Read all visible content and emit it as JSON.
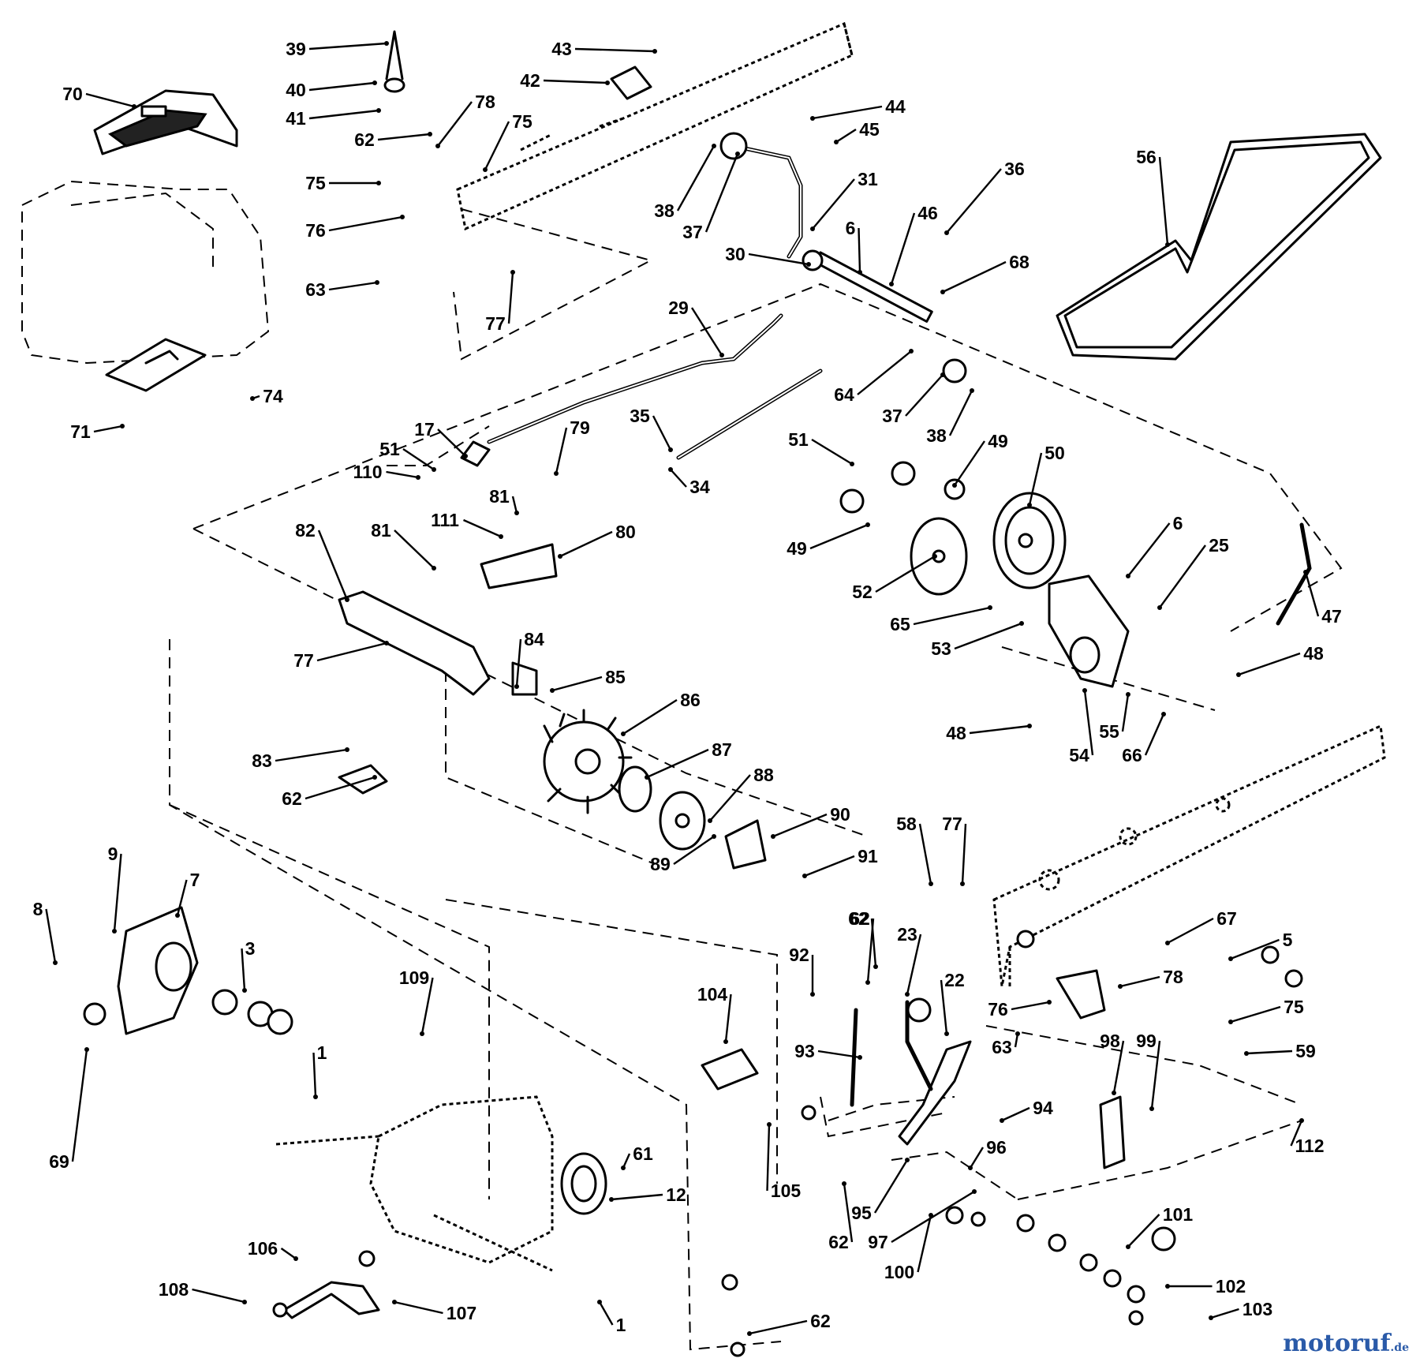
{
  "watermark": {
    "main": "motoruf",
    "tld": ".de"
  },
  "callouts": [
    "39",
    "40",
    "41",
    "70",
    "43",
    "42",
    "44",
    "45",
    "62",
    "78",
    "75",
    "75",
    "76",
    "63",
    "77",
    "38",
    "37",
    "31",
    "36",
    "56",
    "6",
    "46",
    "30",
    "68",
    "29",
    "64",
    "37",
    "38",
    "74",
    "71",
    "17",
    "35",
    "34",
    "51",
    "110",
    "79",
    "51",
    "49",
    "50",
    "81",
    "111",
    "80",
    "82",
    "81",
    "6",
    "25",
    "49",
    "52",
    "65",
    "53",
    "47",
    "77",
    "84",
    "85",
    "86",
    "48",
    "48",
    "55",
    "66",
    "54",
    "83",
    "87",
    "88",
    "62",
    "90",
    "89",
    "91",
    "58",
    "77",
    "9",
    "8",
    "7",
    "3",
    "62",
    "67",
    "5",
    "92",
    "23",
    "22",
    "62",
    "78",
    "104",
    "109",
    "93",
    "76",
    "75",
    "1",
    "94",
    "63",
    "98",
    "99",
    "59",
    "61",
    "12",
    "96",
    "112",
    "105",
    "95",
    "62",
    "97",
    "69",
    "101",
    "100",
    "106",
    "102",
    "108",
    "107",
    "1",
    "62",
    "103"
  ],
  "colors": {
    "ink": "#000000",
    "watermark": "#2a5aa8"
  }
}
